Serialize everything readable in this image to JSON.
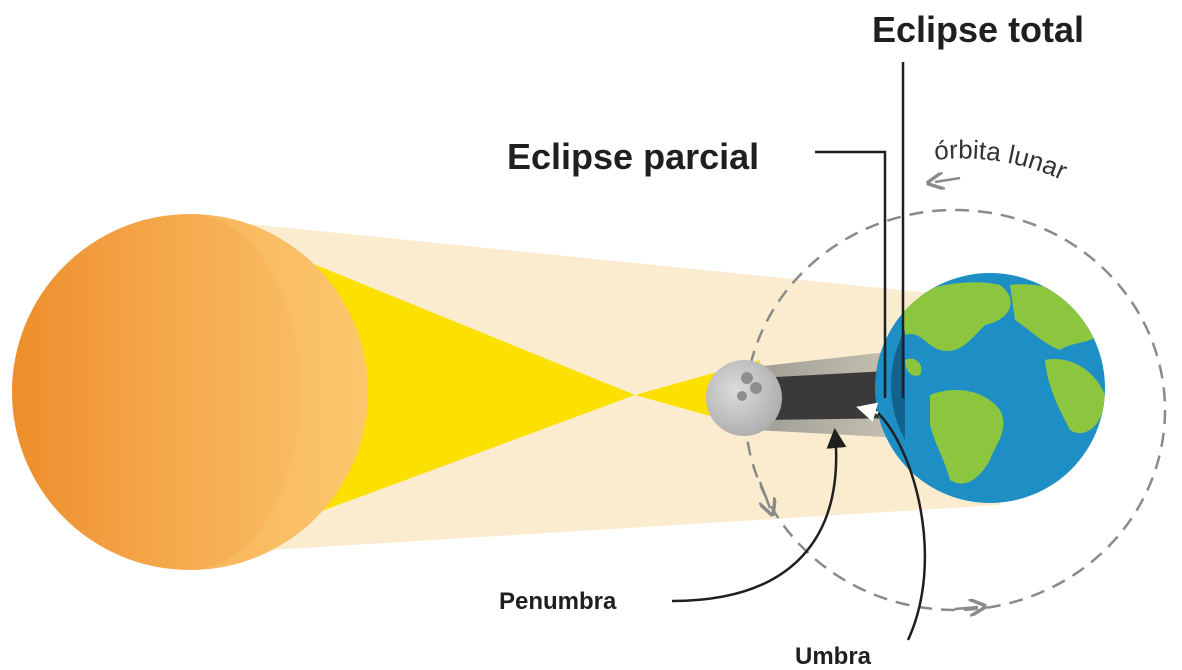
{
  "labels": {
    "eclipse_total": "Eclipse total",
    "eclipse_parcial": "Eclipse parcial",
    "orbita_lunar": "órbita lunar",
    "penumbra": "Penumbra",
    "umbra": "Umbra"
  },
  "colors": {
    "sun": "#f6a94c",
    "sun_edge": "#ee8d2b",
    "light_cone": "#fbe000",
    "penumbra_band": "#fbecd0",
    "moon": "#c9c9c9",
    "umbra": "#3a3a3a",
    "earth_ocean": "#1e8fc4",
    "earth_land": "#8cc63f",
    "orbit": "#8a8a8a"
  }
}
